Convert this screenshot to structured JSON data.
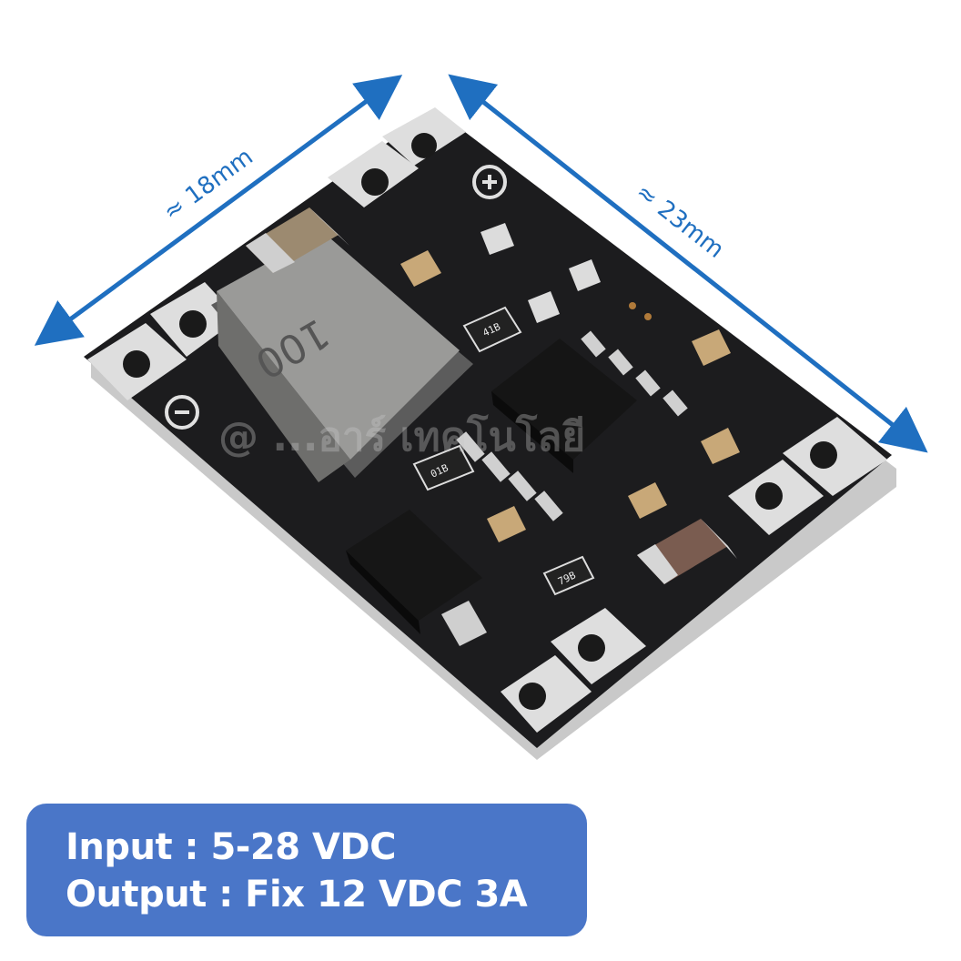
{
  "dimensions": {
    "width_label": "≈ 18mm",
    "length_label": "≈ 23mm",
    "arrow_color": "#1f6fc0"
  },
  "board": {
    "inductor_marking": "100",
    "resistor_markings": [
      "41B",
      "01B",
      "79B"
    ],
    "polarity_plus": "⊕",
    "polarity_minus": "⊖",
    "colors": {
      "pcb": "#1c1c1e",
      "silkscreen": "#e8e8e8",
      "pad": "#d9d9d9",
      "inductor": "#8a8a88",
      "capacitor": "#c8a878"
    }
  },
  "watermark": "@ ...อาร์ เทคโนโลยี",
  "spec": {
    "input": "Input : 5-28 VDC",
    "output": "Output : Fix 12 VDC 3A",
    "box_color": "#4a76c8"
  }
}
